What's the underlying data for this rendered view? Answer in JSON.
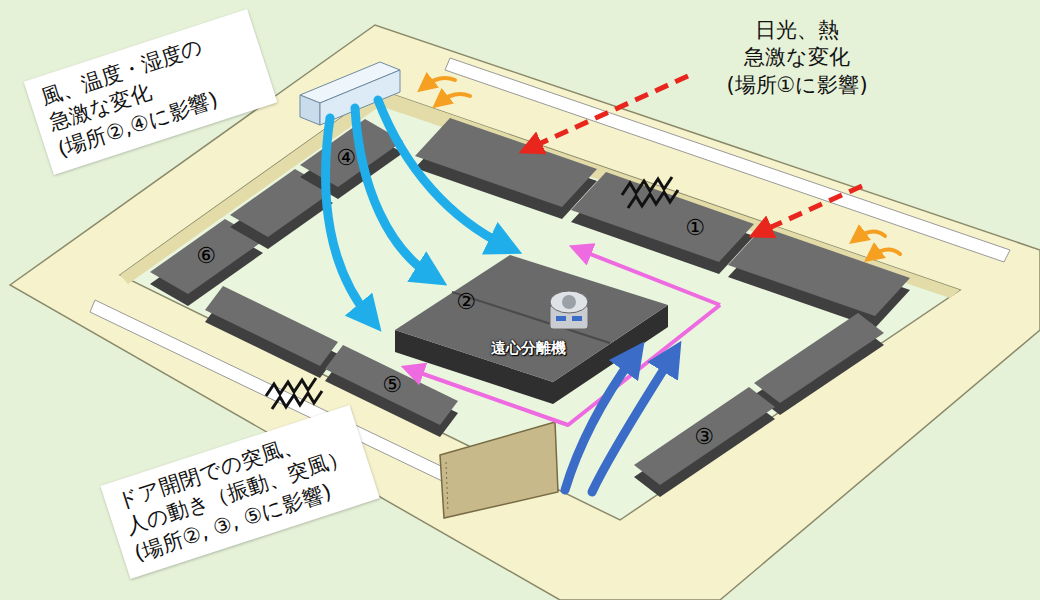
{
  "diagram": {
    "nodes": [
      {
        "text": [
          "風、温度・湿度の 急激な変化 (場所②,④に影響)"
        ]
      },
      {
        "text": [
          "ドア開閉での突風、 人の動き（振動、突風） (場所②, ③, ⑤に影響)"
        ]
      }
    ],
    "labels": [
      "日光、熱 急激な変化 (場所①に影響)",
      "①",
      "④",
      "⑥",
      "②",
      "遠心分離機",
      "⑤",
      "③"
    ]
  }
}
